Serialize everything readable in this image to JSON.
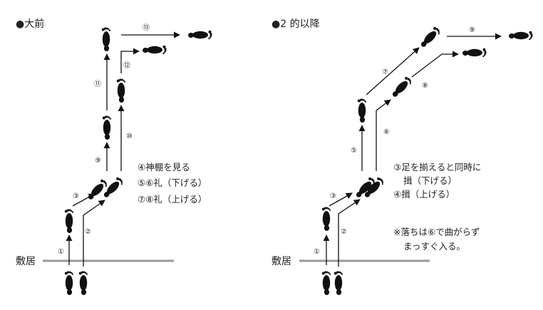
{
  "panels": [
    {
      "heading": "●大前",
      "threshold_label": "敷居",
      "notes": [
        "④神棚を見る",
        "⑤⑥礼（下げる）",
        "⑦⑧礼（上げる）"
      ],
      "steps": [
        "①",
        "②",
        "③",
        "⑨",
        "⑩",
        "⑪",
        "⑫",
        "⑬"
      ]
    },
    {
      "heading": "●2 的以降",
      "threshold_label": "敷居",
      "notes": [
        "③足を揃えると同時に",
        "揖（下げる）",
        "④揖（上げる）",
        "※落ちは⑥で曲がらず",
        "まっすぐ入る。"
      ],
      "steps": [
        "①",
        "②",
        "③",
        "⑤",
        "⑥",
        "⑦",
        "⑧",
        "⑨"
      ]
    }
  ]
}
